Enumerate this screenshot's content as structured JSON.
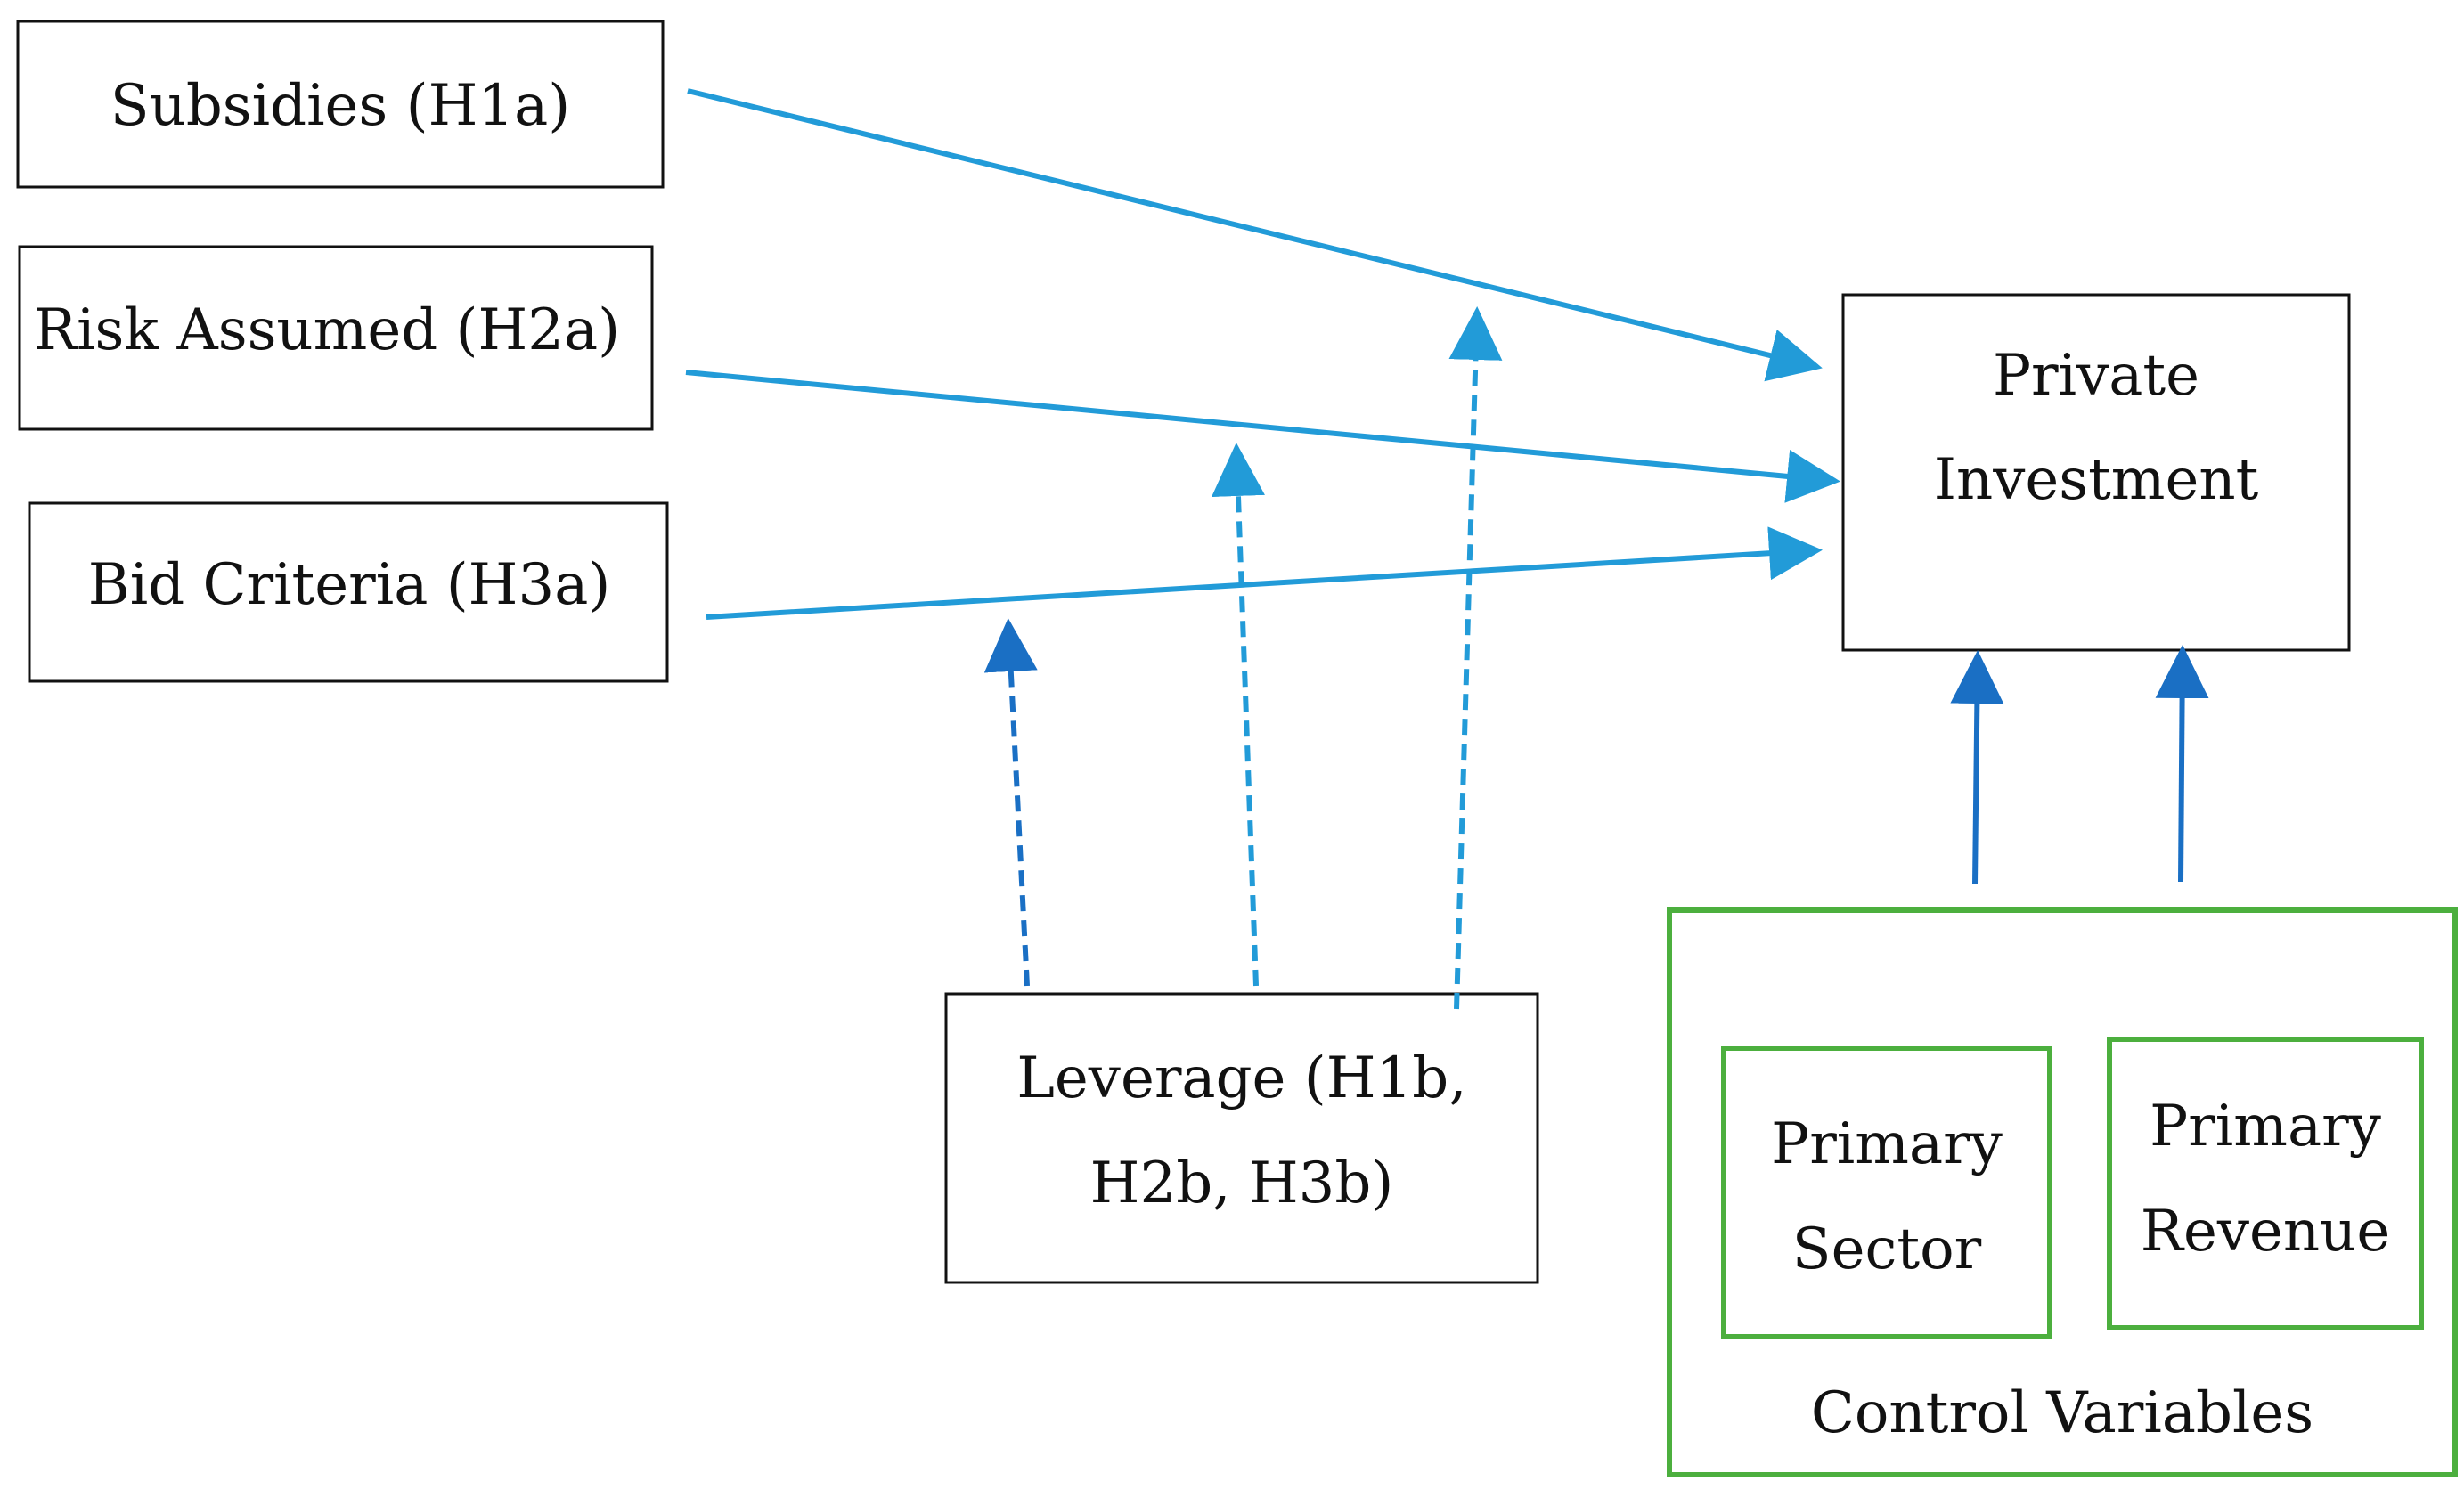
{
  "boxes": {
    "subsidies": {
      "line1": "Subsidies (H1a)"
    },
    "risk": {
      "line1": "Risk Assumed (H2a)"
    },
    "bid": {
      "line1": "Bid Criteria (H3a)"
    },
    "private": {
      "line1": "Private",
      "line2": "Investment"
    },
    "leverage": {
      "line1": "Leverage (H1b,",
      "line2": "H2b, H3b)"
    },
    "sector": {
      "line1": "Primary",
      "line2": "Sector"
    },
    "revenue": {
      "line1": "Primary",
      "line2": "Revenue"
    },
    "controls": {
      "line1": "Control Variables"
    }
  },
  "colors": {
    "box_border": "#111111",
    "control_border": "#4caf3e",
    "arrow_main": "#229bd8",
    "arrow_dark": "#1a6fc4"
  }
}
